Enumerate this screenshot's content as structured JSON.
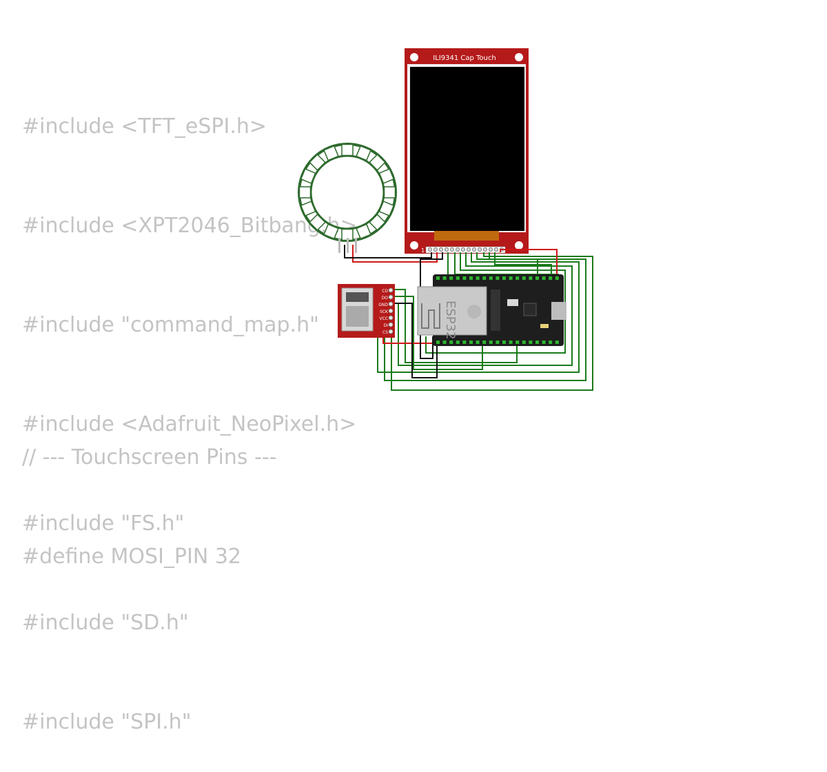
{
  "code_top": [
    "#include <TFT_eSPI.h>",
    "#include <XPT2046_Bitbang.h>",
    "#include \"command_map.h\"",
    "#include <Adafruit_NeoPixel.h>",
    "#include \"FS.h\"",
    "#include \"SD.h\"",
    "#include \"SPI.h\""
  ],
  "code_bottom": [
    "// --- Touchscreen Pins ---",
    "#define MOSI_PIN 32"
  ],
  "display": {
    "label": "ILI9341 Cap Touch",
    "pin1_label": "1"
  },
  "esp32": {
    "chip_label": "ESP32"
  },
  "sd_card": {
    "pins": [
      "CD",
      "DO",
      "GND",
      "SCK",
      "VCC",
      "DI",
      "CS"
    ]
  },
  "colors": {
    "wire_green": "#1a7a1a",
    "wire_red": "#d01818",
    "wire_black": "#111111",
    "board_red": "#b51a1a",
    "ring_green": "#2e6b2e"
  }
}
